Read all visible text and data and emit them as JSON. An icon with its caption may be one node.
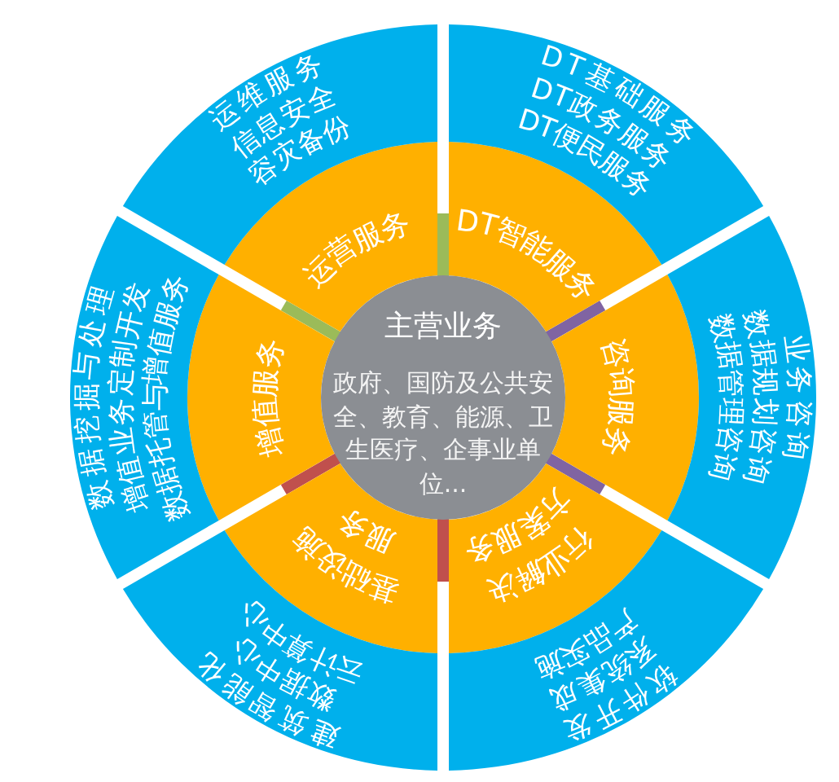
{
  "diagram": {
    "nodes": [
      {
        "text": [
          "主营业务",
          "政府、国防及公共安全、教育、能源、卫生医疗、企事业单位..."
        ]
      },
      {
        "text": [
          "运营服务"
        ]
      },
      {
        "text": [
          "DT智能服务"
        ]
      },
      {
        "text": [
          "咨询服务"
        ]
      },
      {
        "text": [
          "行业解决方案服务"
        ]
      },
      {
        "text": [
          "基础设施服务"
        ]
      },
      {
        "text": [
          "增值服务"
        ]
      },
      {
        "text": [
          "运维服务",
          "信息安全",
          "容灾备份"
        ]
      },
      {
        "text": [
          "DT基础服务",
          "DT政务服务",
          "DT便民服务"
        ]
      },
      {
        "text": [
          "业务咨询",
          "数据规划咨询",
          "数据管理咨询"
        ]
      },
      {
        "text": [
          "软件开发",
          "系统集成",
          "产品实施"
        ]
      },
      {
        "text": [
          "建筑智能化",
          "数据中心",
          "云计算中心"
        ]
      },
      {
        "text": [
          "数据挖掘与处理",
          "增值业务定制开发",
          "数据托管与增值服务"
        ]
      }
    ]
  }
}
